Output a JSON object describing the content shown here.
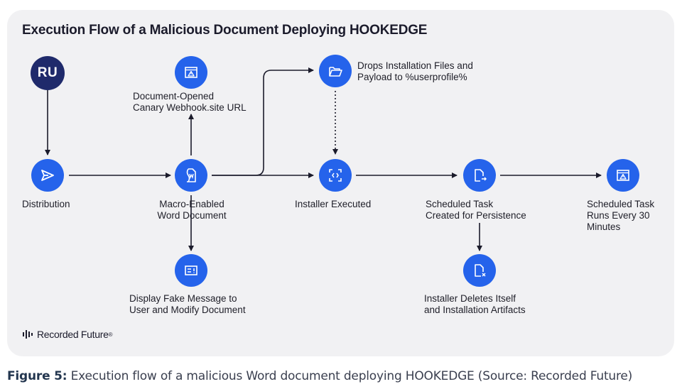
{
  "diagram": {
    "title": "Execution Flow of a Malicious Document Deploying HOOKEDGE",
    "nodes": {
      "ru": {
        "text": "RU",
        "icon": "ru-badge"
      },
      "distribution": {
        "label": "Distribution",
        "icon": "send-icon"
      },
      "macro": {
        "label": "Macro-Enabled\nWord Document",
        "icon": "word-doc-icon"
      },
      "canary": {
        "label": "Document-Opened\nCanary Webhook.site URL",
        "icon": "warning-window-icon"
      },
      "fake": {
        "label": "Display Fake Message to\nUser and Modify Document",
        "icon": "message-box-icon"
      },
      "drops": {
        "label": "Drops Installation Files and\nPayload to %userprofile%",
        "icon": "folder-icon"
      },
      "installer": {
        "label": "Installer Executed",
        "icon": "executable-icon"
      },
      "task": {
        "label": "Scheduled Task\nCreated for Persistence",
        "icon": "file-export-icon"
      },
      "runs": {
        "label": "Scheduled Task\nRuns Every 30\nMinutes",
        "icon": "warning-window-icon"
      },
      "deletes": {
        "label": "Installer Deletes Itself\nand Installation Artifacts",
        "icon": "file-delete-icon"
      }
    },
    "brand": "Recorded Future",
    "brand_mark": "®",
    "colors": {
      "node": "#2563eb",
      "ru_node": "#1f2a6b",
      "panel": "#f1f1f3",
      "arrow": "#1b1b2b"
    }
  },
  "caption": {
    "prefix": "Figure 5:",
    "text": " Execution flow of a malicious Word document deploying HOOKEDGE (Source: Recorded Future)"
  }
}
